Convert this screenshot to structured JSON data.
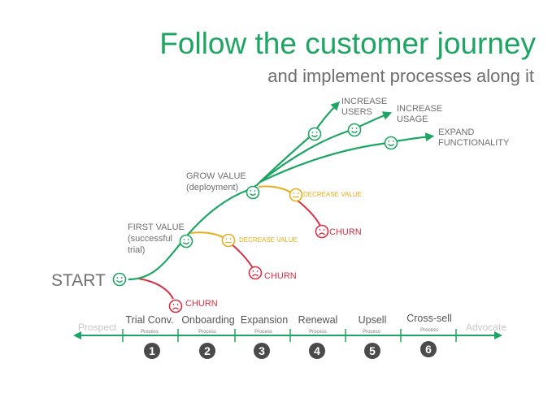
{
  "header": {
    "title": "Follow the customer journey",
    "subtitle": "and implement processes along it"
  },
  "journey": {
    "start_label": "START",
    "first_value": [
      "FIRST VALUE",
      "(successful",
      "trial)"
    ],
    "grow_value": [
      "GROW VALUE",
      "(deployment)"
    ],
    "increase_users": [
      "INCREASE",
      "USERS"
    ],
    "increase_usage": [
      "INCREASE",
      "USAGE"
    ],
    "expand_functionality": [
      "EXPAND",
      "FUNCTIONALITY"
    ],
    "churn_label": "CHURN",
    "decrease_value_label": "DECREASE VALUE"
  },
  "timeline": {
    "left_end": "Prospect",
    "right_end": "Advocate",
    "process_label": "Process",
    "stages": [
      {
        "label": "Trial Conv.",
        "number": "1"
      },
      {
        "label": "Onboarding",
        "number": "2"
      },
      {
        "label": "Expansion",
        "number": "3"
      },
      {
        "label": "Renewal",
        "number": "4"
      },
      {
        "label": "Upsell",
        "number": "5"
      },
      {
        "label": "Cross-sell",
        "number": "6"
      }
    ]
  },
  "colors": {
    "green": "#1ea563",
    "red": "#d92f43",
    "yellow": "#e8ad1e",
    "gray_text": "#6f6f6f",
    "number_circle": "#4a4a4a"
  }
}
